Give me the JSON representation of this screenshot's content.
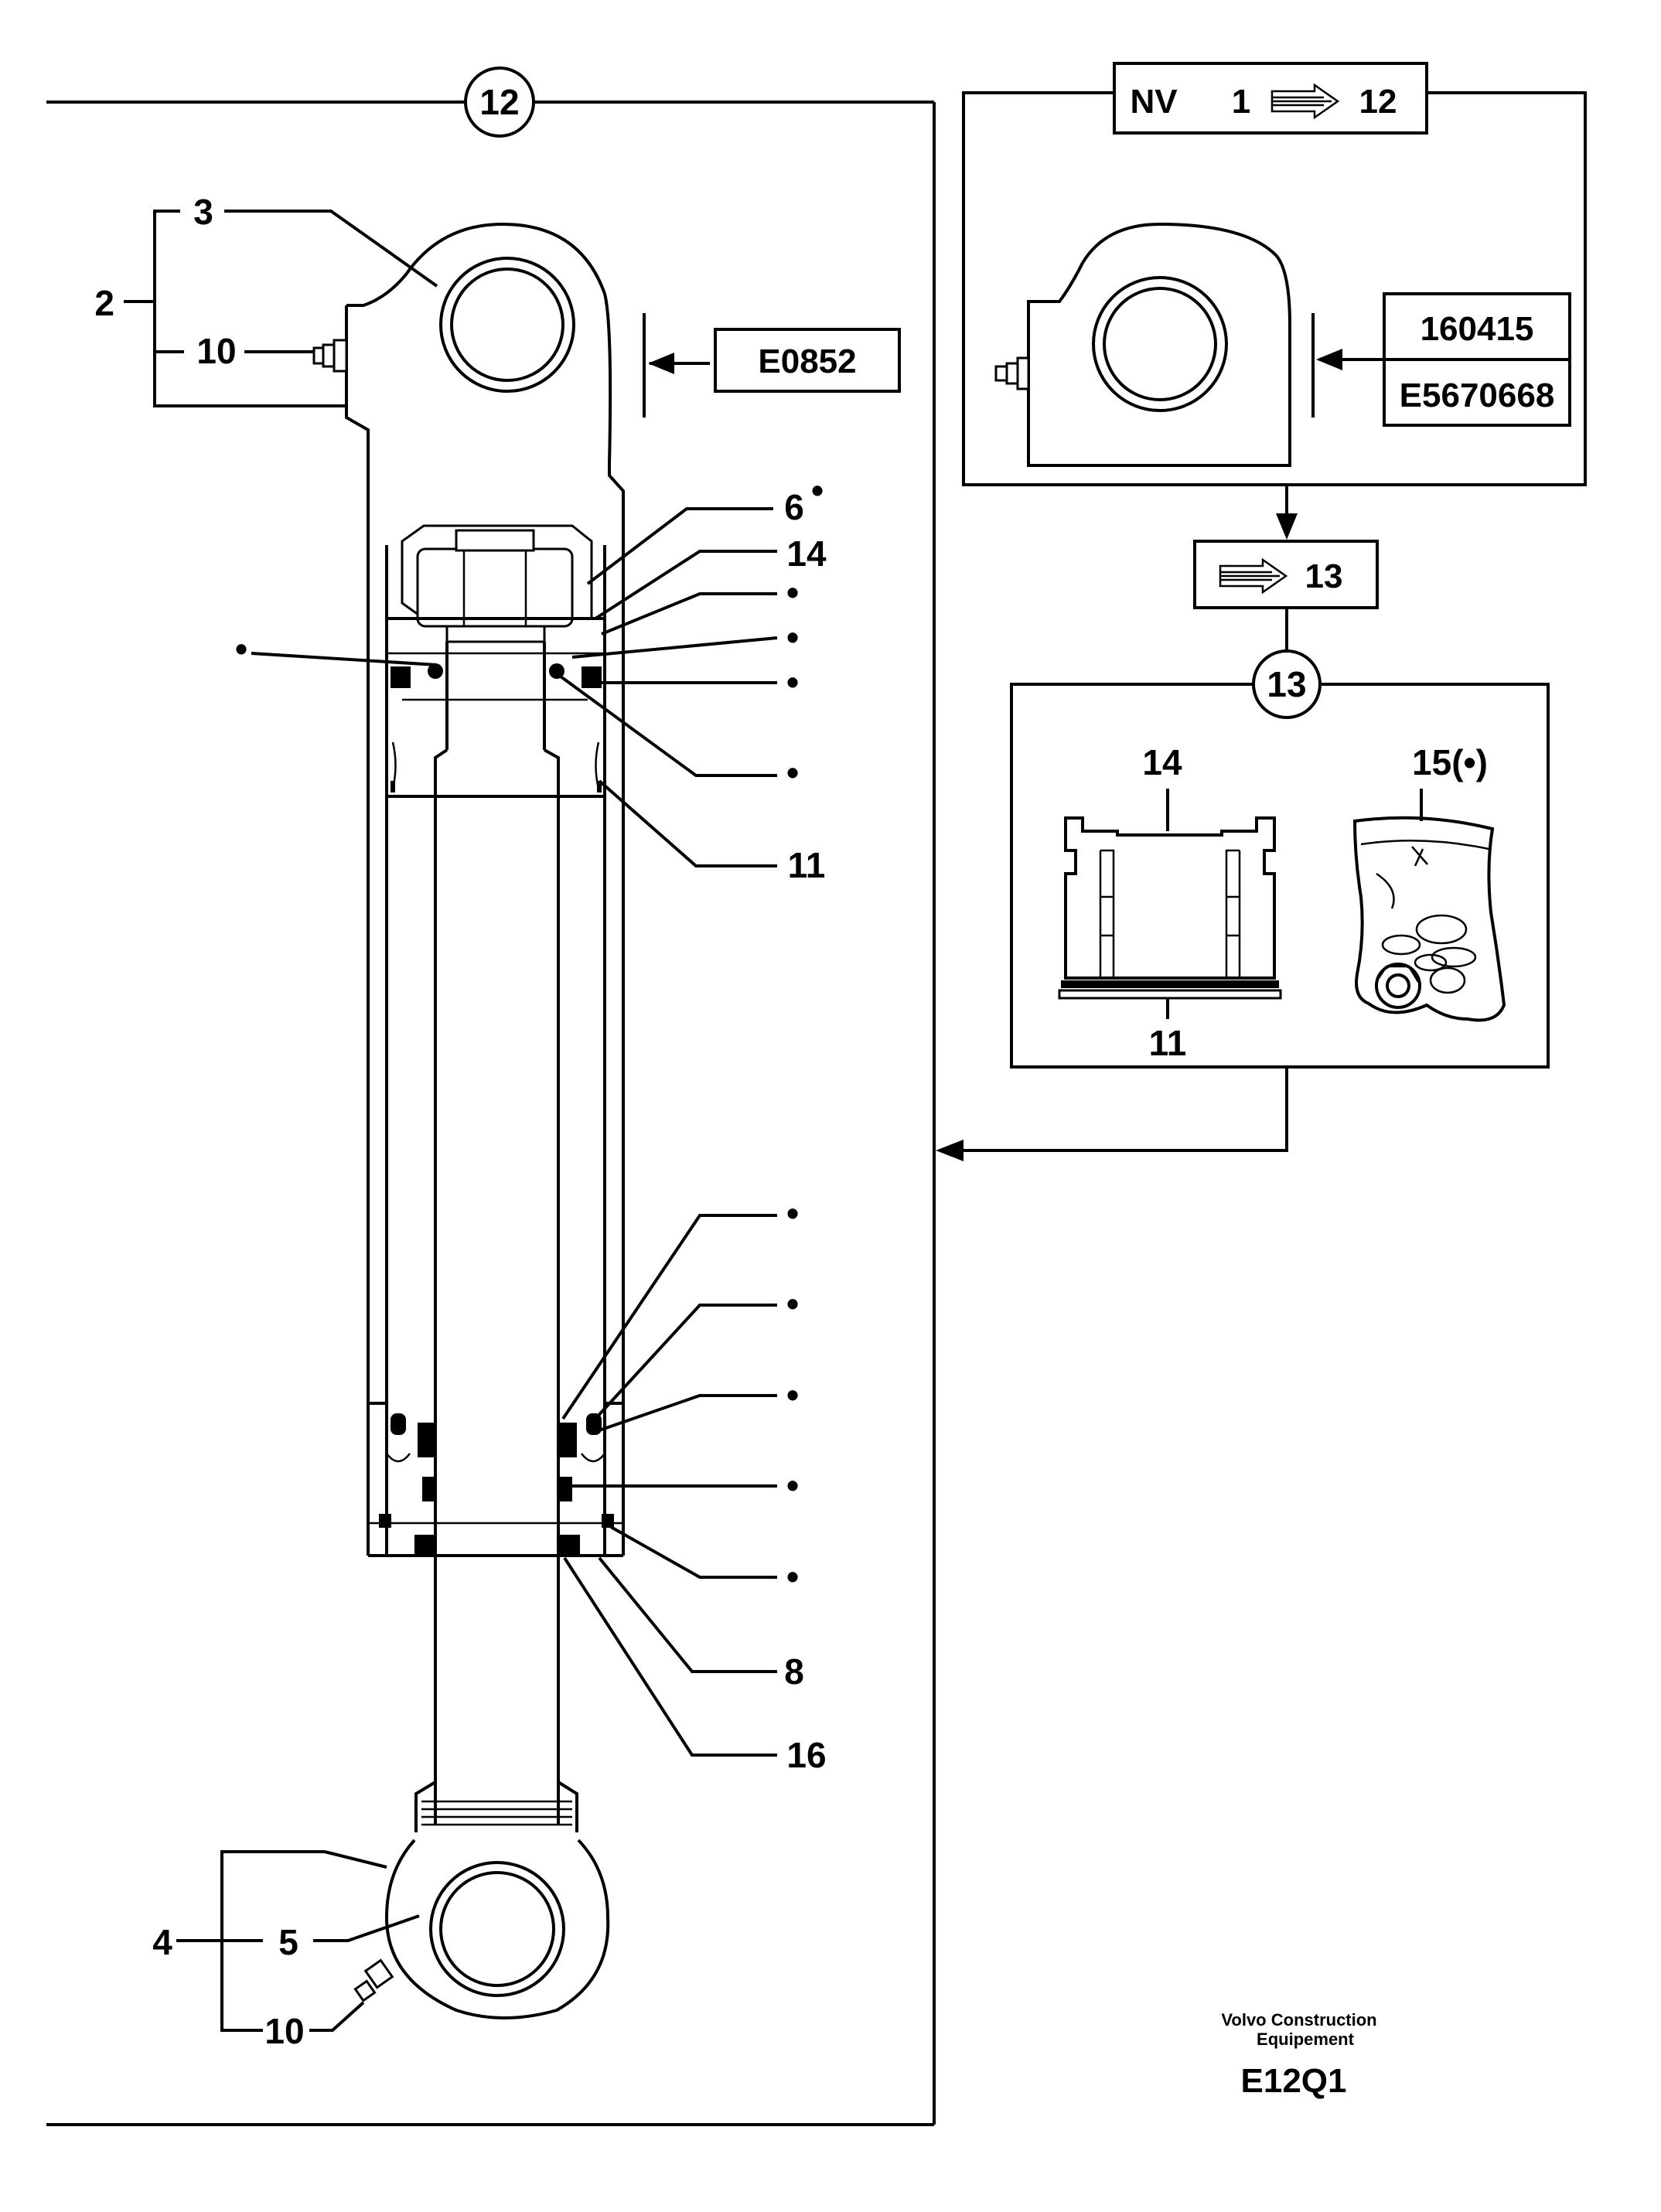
{
  "main_view": {
    "step_number": "12",
    "reference_code": "E0852",
    "callouts": {
      "item_3": "3",
      "item_2": "2",
      "item_10_top": "10",
      "item_6": "6",
      "item_14": "14",
      "item_11": "11",
      "item_8": "8",
      "item_16": "16",
      "item_4": "4",
      "item_5": "5",
      "item_10_bottom": "10"
    },
    "dot_marker": "•"
  },
  "inset_view": {
    "header_prefix": "NV",
    "header_from": "1",
    "header_to": "12",
    "serial_number": "160415",
    "part_number": "E5670668"
  },
  "kit_step": {
    "arrow_label": "13",
    "step_number": "13",
    "items": {
      "piston_label": "14",
      "ring_label": "11",
      "bag_label": "15(•)"
    }
  },
  "footer": {
    "company_line1": "Volvo Construction",
    "company_line2": "Equipement",
    "figure_code": "E12Q1"
  }
}
